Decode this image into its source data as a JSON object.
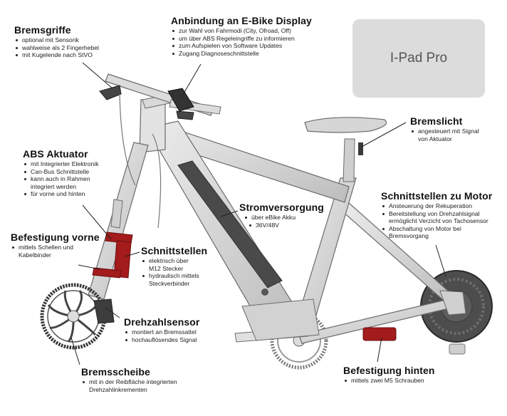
{
  "ipad_box": {
    "label": "I-Pad Pro",
    "color": "#dcdcdc"
  },
  "colors": {
    "frame": "#d9d9d9",
    "frame_stroke": "#6b6b6b",
    "battery": "#4a4a4a",
    "abs_red": "#a31b1b",
    "motor": "#505050",
    "leader": "#222222"
  },
  "callouts": {
    "bremsgriffe": {
      "title": "Bremsgriffe",
      "items": [
        "optional mit Sensorik",
        "wahlweise als 2 Fingerhebel",
        "mit Kugelende nach StVO"
      ]
    },
    "display": {
      "title": "Anbindung an E-Bike Display",
      "items": [
        "zur Wahl von Fahrmodi (City, Ofroad, Off)",
        "um über ABS Regeleingriffe zu informieren",
        "zum Aufspielen von Software Updates",
        "Zugang Diagnoseschnittstelle"
      ]
    },
    "bremslicht": {
      "title": "Bremslicht",
      "items": [
        "angesteuert mit Signal"
      ],
      "continuation": "von Aktuator"
    },
    "abs_aktuator": {
      "title": "ABS Aktuator",
      "items": [
        "mit Integrierter Elektronik",
        "Can-Bus Schnittstelle",
        "kann auch in Rahmen"
      ],
      "continuation": "integriert werden",
      "items_after": [
        "für vorne und hinten"
      ]
    },
    "stromversorgung": {
      "title": "Stromversorgung",
      "items": [
        "über eBike Akku",
        "36V/48V"
      ]
    },
    "motor": {
      "title": "Schnittstellen zu Motor",
      "items": [
        "Ansteuerung der Rekuperation",
        "Bereitstellung von Drehzahlsignal"
      ],
      "continuation": "ermöglicht Verzicht von Tachosensor",
      "items_after": [
        "Abschaltung von Motor bei"
      ],
      "continuation_after": "Bremsvorgang"
    },
    "befestigung_vorne": {
      "title": "Befestigung vorne",
      "items": [
        "mittels Schellen und"
      ],
      "continuation": "Kabelbinder"
    },
    "schnittstellen": {
      "title": "Schnittstellen",
      "items": [
        "elektrisch über"
      ],
      "continuation": "M12 Stecker",
      "items_after": [
        "hydraulisch mittels"
      ],
      "continuation_after": "Steckverbinder"
    },
    "drehzahlsensor": {
      "title": "Drehzahlsensor",
      "items": [
        "montiert an Bremssattel",
        "hochauflösendes Signal"
      ]
    },
    "bremsscheibe": {
      "title": "Bremsscheibe",
      "items": [
        "mit in der Reibfläche integrierten"
      ],
      "continuation": "Drehzahlinkrementen"
    },
    "befestigung_hinten": {
      "title": "Befestigung hinten",
      "items": [
        "mittels zwei M5 Schrauben"
      ]
    }
  }
}
